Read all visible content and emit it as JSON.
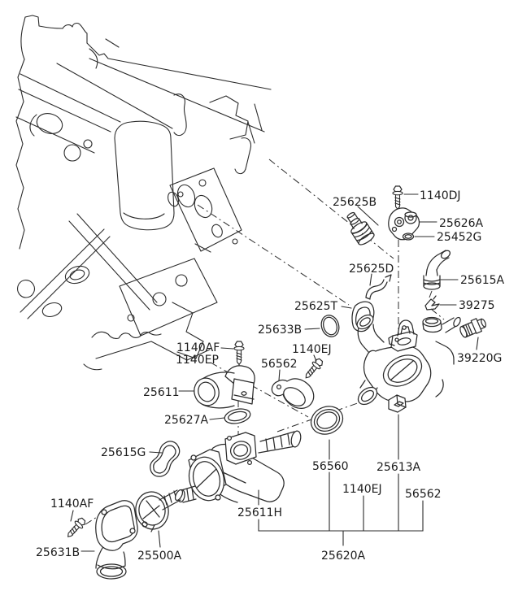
{
  "figure": {
    "kind": "exploded-parts-diagram",
    "background": "#ffffff",
    "line_color": "#2b2b2b",
    "label_color": "#1c1c1c"
  },
  "labels": {
    "25625B": "25625B",
    "1140DJ": "1140DJ",
    "25626A": "25626A",
    "25452G": "25452G",
    "25625D": "25625D",
    "25615A": "25615A",
    "39275": "39275",
    "25625T": "25625T",
    "25633B": "25633B",
    "1140EJ": "1140EJ",
    "56562": "56562",
    "39220G": "39220G",
    "1140AF": "1140AF",
    "1140EP": "1140EP",
    "25611": "25611",
    "25627A": "25627A",
    "25615G": "25615G",
    "56560": "56560",
    "25613A": "25613A",
    "25611H": "25611H",
    "25631B": "25631B",
    "25500A": "25500A",
    "25620A": "25620A"
  },
  "assembly_group": {
    "group_label": "25620A",
    "members": [
      "25611H",
      "56560",
      "1140EJ",
      "25613A",
      "56562"
    ]
  }
}
